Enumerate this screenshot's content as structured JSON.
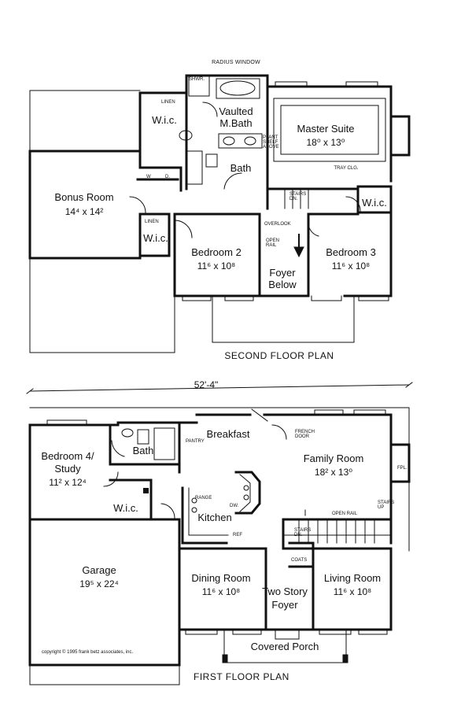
{
  "second_floor": {
    "caption": "SECOND FLOOR PLAN",
    "rooms": {
      "master_suite": {
        "name": "Master Suite",
        "dim": "18⁰ x 13⁰"
      },
      "vaulted_bath": {
        "name_1": "Vaulted",
        "name_2": "M.Bath"
      },
      "bath": {
        "name": "Bath"
      },
      "bonus_room": {
        "name": "Bonus Room",
        "dim": "14⁴ x 14²"
      },
      "bedroom_2": {
        "name": "Bedroom 2",
        "dim": "11⁶ x 10⁸"
      },
      "bedroom_3": {
        "name": "Bedroom 3",
        "dim": "11⁶ x 10⁸"
      },
      "foyer_below": {
        "name_1": "Foyer",
        "name_2": "Below"
      },
      "wic_master": {
        "name": "W.i.c."
      },
      "wic_bed2": {
        "name": "W.i.c."
      },
      "wic_bed3": {
        "name": "W.i.c."
      }
    },
    "notes": {
      "radius_window": "RADIUS WINDOW",
      "shwr": "SHWR.",
      "linen_1": "LINEN",
      "linen_2": "LINEN",
      "plant_shelf": "PLANT SHELF ABOVE",
      "tray_clg": "TRAY CLG.",
      "stairs_dn": "STAIRS DN.",
      "overlook": "OVERLOOK",
      "open_rail": "OPEN RAIL",
      "w": "W",
      "d": "D."
    }
  },
  "first_floor": {
    "caption": "FIRST FLOOR PLAN",
    "overall_dim": "52'-4\"",
    "rooms": {
      "breakfast": {
        "name": "Breakfast"
      },
      "family_room": {
        "name": "Family Room",
        "dim": "18² x 13⁰"
      },
      "bedroom_4": {
        "name_1": "Bedroom 4/",
        "name_2": "Study",
        "dim": "11² x 12⁴"
      },
      "bath": {
        "name": "Bath"
      },
      "wic": {
        "name": "W.i.c."
      },
      "kitchen": {
        "name": "Kitchen"
      },
      "garage": {
        "name": "Garage",
        "dim": "19⁵ x 22⁴"
      },
      "dining_room": {
        "name": "Dining Room",
        "dim": "11⁶ x 10⁸"
      },
      "two_story_foyer": {
        "name_1": "Two Story",
        "name_2": "Foyer"
      },
      "living_room": {
        "name": "Living Room",
        "dim": "11⁶ x 10⁸"
      },
      "covered_porch": {
        "name": "Covered Porch"
      }
    },
    "notes": {
      "pantry": "PANTRY",
      "french_door": "FRENCH DOOR",
      "range": "RANGE",
      "dw": "DW.",
      "ref": "REF",
      "fpl": "FPL.",
      "open_rail": "OPEN RAIL",
      "stairs_up": "STAIRS UP",
      "stairs_dn": "STAIRS DN.",
      "coats": "COATS"
    },
    "copyright": "copyright © 1995 frank betz associates, inc."
  }
}
